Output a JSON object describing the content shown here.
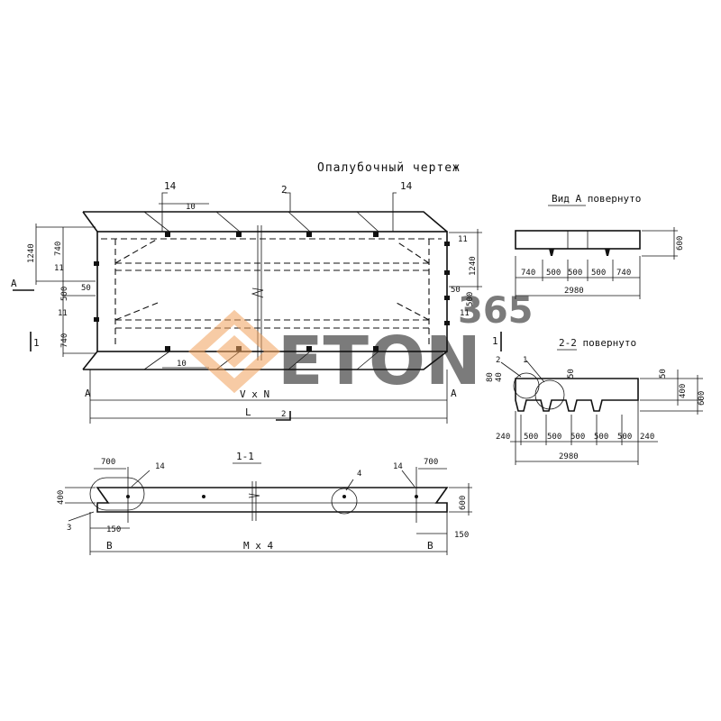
{
  "drawing": {
    "title": "Опалубочный чертеж",
    "main_view": {
      "top_marks": [
        "14",
        "2",
        "14",
        "10"
      ],
      "bottom_marks": [
        "10",
        "2"
      ],
      "left_dims": [
        "1240",
        "740",
        "11",
        "500",
        "50",
        "11",
        "740"
      ],
      "right_dims": [
        "11",
        "1240",
        "50",
        "500",
        "11"
      ],
      "section_marks": {
        "a_left": "А",
        "a_right": "А",
        "one_left": "1",
        "one_right": "1"
      },
      "overall": {
        "vxn": "V x N",
        "l": "L"
      }
    },
    "view_a": {
      "title": "Вид А повернуто",
      "height": "600",
      "dims": [
        "740",
        "500",
        "500",
        "500",
        "740"
      ],
      "total": "2980"
    },
    "section_2_2": {
      "title": "2-2 повернуто",
      "callouts": [
        "2",
        "1"
      ],
      "left_dims": [
        "80",
        "40"
      ],
      "mid_dim": "50",
      "right_dims": [
        "50",
        "400",
        "600"
      ],
      "dims": [
        "240",
        "500",
        "500",
        "500",
        "500",
        "500",
        "240"
      ],
      "total": "2980"
    },
    "section_1_1": {
      "title": "1-1",
      "top_dims": [
        "700",
        "14",
        "14",
        "700"
      ],
      "callout": "4",
      "left_labels": [
        "400",
        "3"
      ],
      "right_label": "600",
      "bottom_dims": [
        "150",
        "150"
      ],
      "overall": {
        "b_left": "B",
        "mx4": "M x 4",
        "b_right": "B"
      }
    }
  },
  "watermark": {
    "number": "365",
    "brand": "ETON",
    "color": "#f2a25c"
  }
}
